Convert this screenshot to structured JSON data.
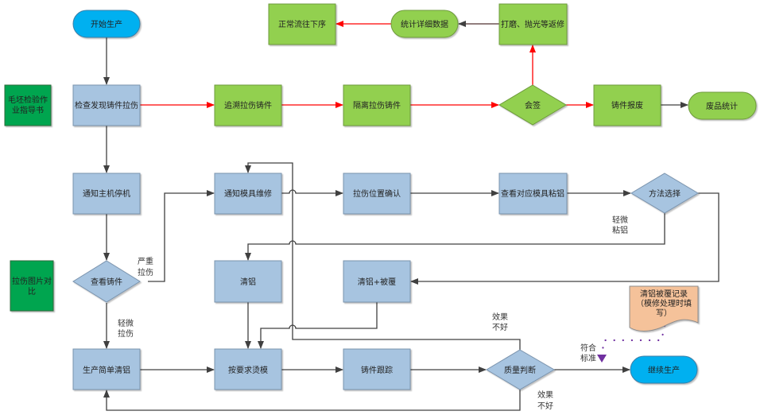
{
  "colors": {
    "blue_box": "#a7c4e0",
    "blue_border": "#7a93ad",
    "green_box": "#92d050",
    "green_border": "#6e9a3c",
    "dark_green": "#00a550",
    "terminal_blue": "#00b0f0",
    "note_fill": "#f5c29a",
    "red_line": "#ff0000",
    "gray_line": "#404040",
    "purple_dot": "#7030a0"
  },
  "nodes": {
    "start": "开始生产",
    "inspect_defect": "检查发现铸件拉伤",
    "trace_castings": "追溯拉伤铸件",
    "isolate_castings": "隔离拉伤铸件",
    "countersign": "会签",
    "scrap_casting": "铸件报废",
    "scrap_stats": "废品统计",
    "rework": "打磨、抛光等返修",
    "detail_stats": "统计详细数据",
    "normal_flow": "正常流往下序",
    "notify_stop": "通知主机停机",
    "notify_mold_repair": "通知模具维修",
    "confirm_location": "拉伤位置确认",
    "check_mold_sticking": "查看对应模具粘铝",
    "method_choice": "方法选择",
    "check_casting": "查看铸件",
    "clean_aluminum": "清铝",
    "clean_and_coat": "清铝+被覆",
    "simple_clean": "生产简单清铝",
    "spray_mold": "按要求烫模",
    "track_casting": "铸件跟踪",
    "quality_judgement": "质量判断",
    "continue_production": "继续生产",
    "blank_inspection_guide": "毛坯检验作业指导书",
    "blank_inspection_guide_lines": [
      "毛坯检验作",
      "业指导书"
    ],
    "defect_photo_compare_lines": [
      "拉伤图片对",
      "比"
    ],
    "record_note_lines": [
      "清铝被覆记录",
      "（模修处理时填",
      "写）"
    ]
  },
  "labels": {
    "severe_strain": [
      "严重",
      "拉伤"
    ],
    "slight_strain": [
      "轻微",
      "拉伤"
    ],
    "slight_sticking": [
      "轻微",
      "粘铝"
    ],
    "bad_effect_top": [
      "效果",
      "不好"
    ],
    "bad_effect_bottom": [
      "效果",
      "不好"
    ],
    "meets_standard": [
      "符合",
      "标准"
    ]
  }
}
